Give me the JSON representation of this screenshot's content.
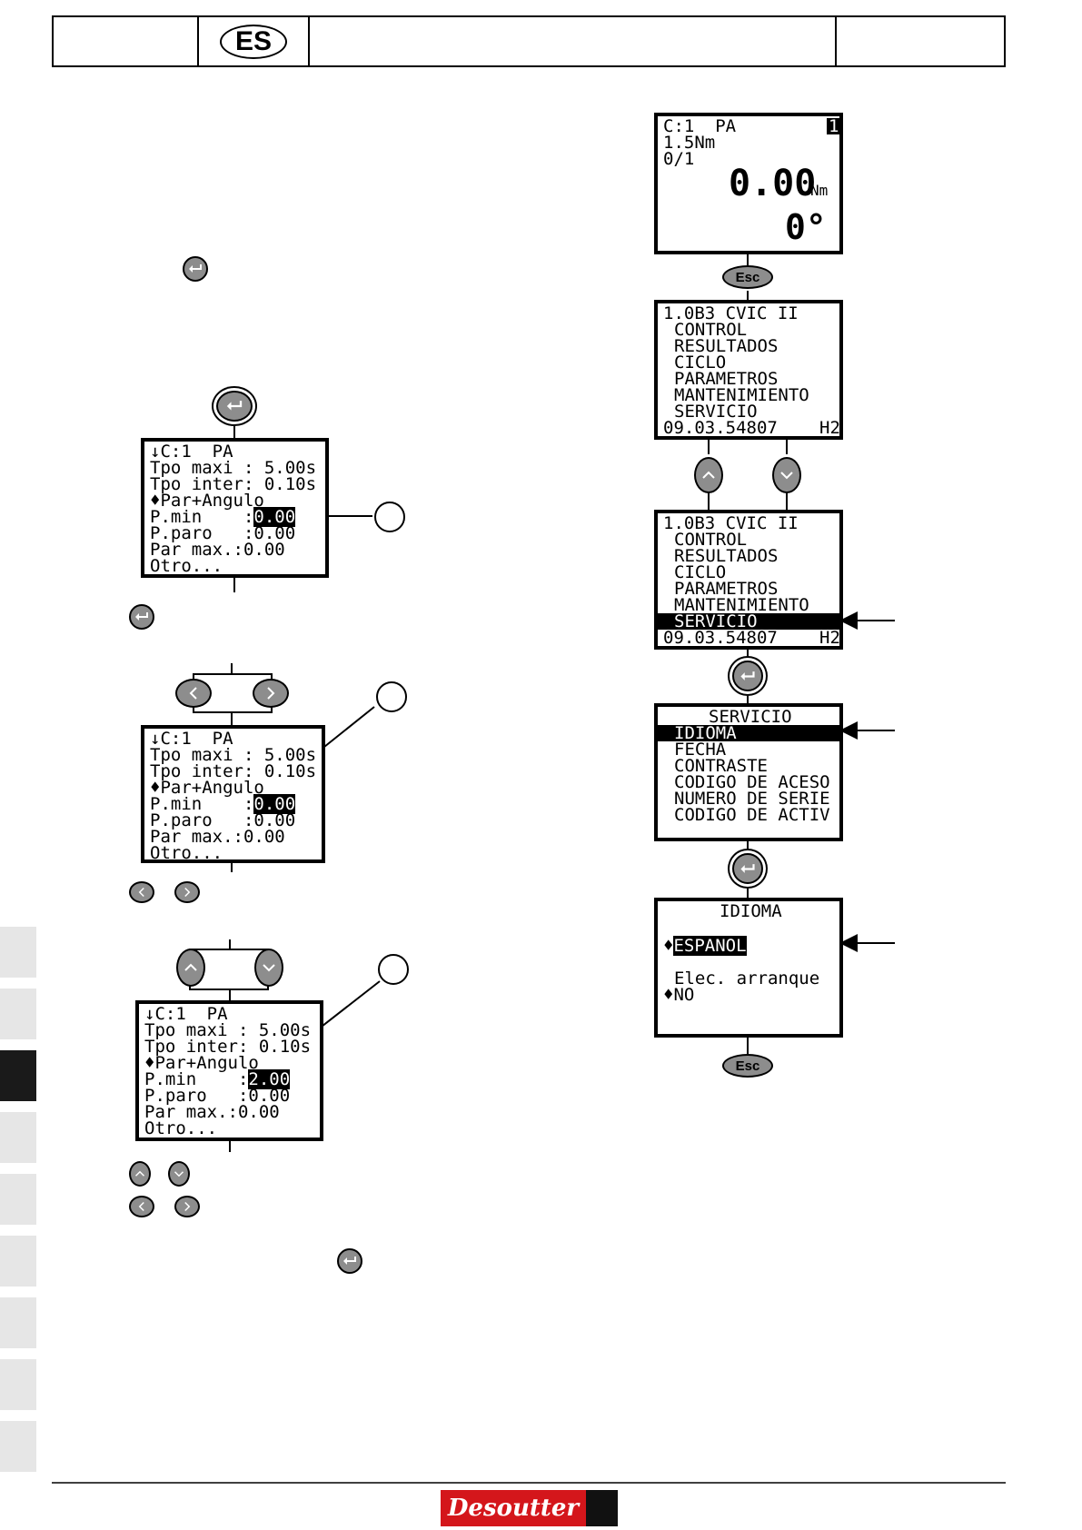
{
  "header": {
    "lang_badge": "ES"
  },
  "main_screen": {
    "line1": "C:1  PA",
    "channel": "1",
    "line2": "1.5Nm",
    "line3": "0/1",
    "torque": "0.00",
    "torque_unit": "Nm",
    "angle": "0°"
  },
  "menu": {
    "title": "1.0B3 CVIC II",
    "items": [
      "CONTROL",
      "RESULTADOS",
      "CICLO",
      "PARAMETROS",
      "MANTENIMIENTO",
      "SERVICIO"
    ],
    "footer_left": "09.03.54807",
    "footer_right": "H2"
  },
  "service_menu": {
    "title": "SERVICIO",
    "items": [
      "IDIOMA",
      "FECHA",
      "CONTRASTE",
      "CODIGO DE ACESO",
      "NUMERO DE SERIE",
      "CODIGO DE ACTIV"
    ]
  },
  "language_screen": {
    "title": "IDIOMA",
    "language": "ESPANOL",
    "line3": "Elec. arranque",
    "line4": "NO"
  },
  "param_screen": {
    "line1": "C:1  PA",
    "l_tpo_maxi": "Tpo maxi : 5.00s",
    "l_tpo_inter": "Tpo inter: 0.10s",
    "l_mode": "Par+Angulo",
    "pmin_label": "P.min    :",
    "pmin_value_1": "0.00",
    "pmin_value_3": "2.00",
    "l_pparo": "P.paro   :0.00",
    "l_parmax": "Par max.:0.00",
    "l_otro": "Otro..."
  },
  "buttons": {
    "esc": "Esc"
  },
  "footer": {
    "brand": "Desoutter"
  },
  "colors": {
    "button_gray": "#8d8d8d",
    "brand_red": "#d4161b",
    "tab_gray": "#e6e6e6"
  }
}
